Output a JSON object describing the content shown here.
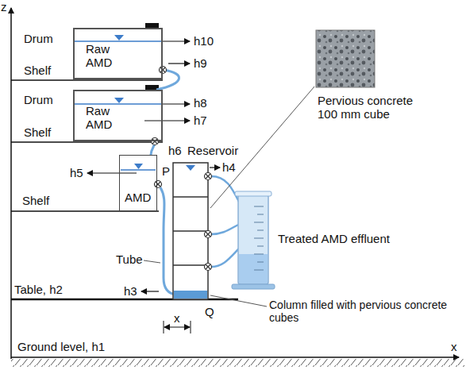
{
  "diagram": {
    "nodes": [
      {
        "text": [
          "Raw AMD"
        ]
      },
      {
        "text": [
          "Raw AMD"
        ]
      },
      {
        "text": [
          "AMD"
        ]
      }
    ],
    "edges": [
      {
        "from": 0,
        "to": 1,
        "arrow": "none"
      },
      {
        "from": 1,
        "to": 2,
        "arrow": "none"
      }
    ],
    "labels": [
      "z",
      "Drum",
      "h10",
      "h9",
      "Shelf",
      "Drum",
      "h8",
      "h7",
      "Shelf",
      "h6",
      "Reservoir",
      "Shelf",
      "h5",
      "P",
      "h4",
      "Pervious concrete 100 mm cube",
      "Treated AMD effluent",
      "Tube",
      "Table, h2",
      "h3",
      "Column filled with pervious concrete cubes",
      "Q",
      "x",
      "Ground level, h1",
      "x"
    ]
  }
}
